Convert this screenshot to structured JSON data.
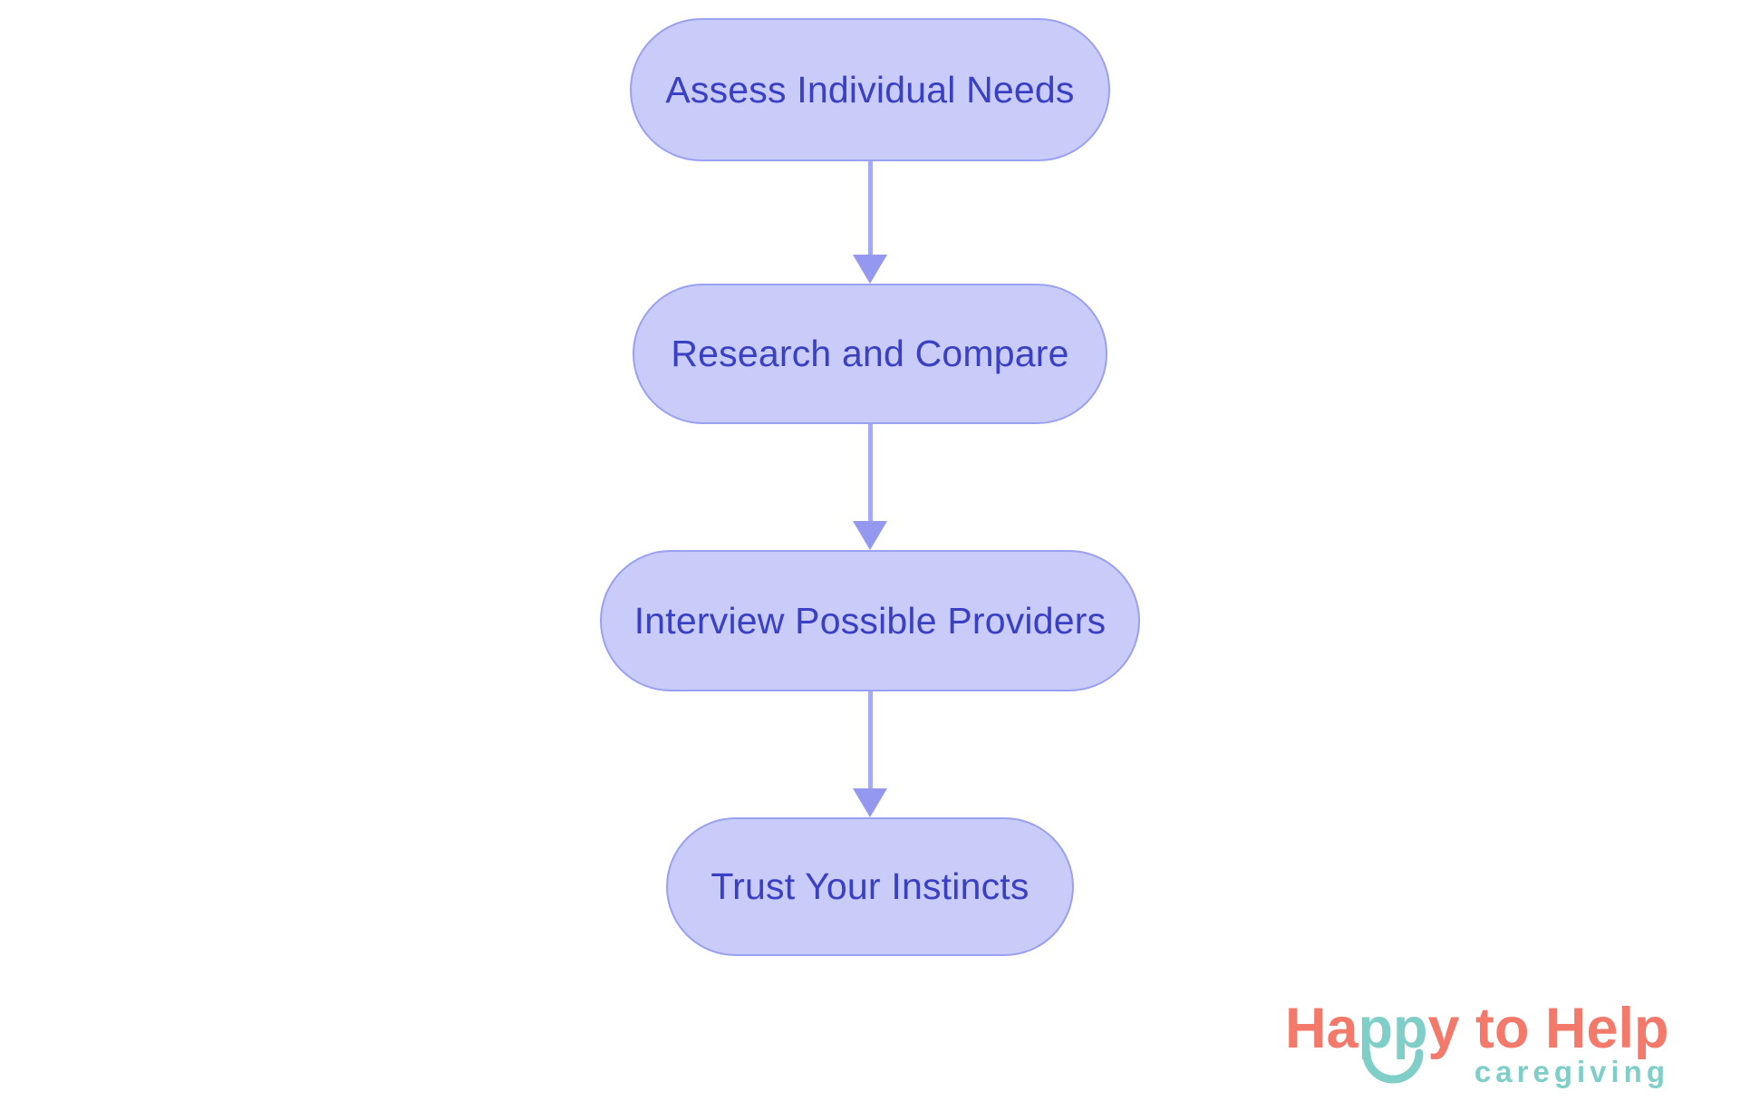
{
  "flowchart": {
    "nodes": [
      {
        "label": "Assess Individual Needs"
      },
      {
        "label": "Research and Compare"
      },
      {
        "label": "Interview Possible Providers"
      },
      {
        "label": "Trust Your Instincts"
      }
    ],
    "style": {
      "node_fill": "#c9cbf8",
      "node_border": "#9aa0f2",
      "node_text": "#3a40c3",
      "arrow_line": "#a6a9f3",
      "arrow_head": "#9499ef"
    }
  },
  "logo": {
    "word_part_1": "Ha",
    "word_part_2": "pp",
    "word_part_3": "y to Help",
    "tagline": "caregiving",
    "colors": {
      "coral": "#f3796b",
      "teal": "#7fcec8"
    }
  }
}
